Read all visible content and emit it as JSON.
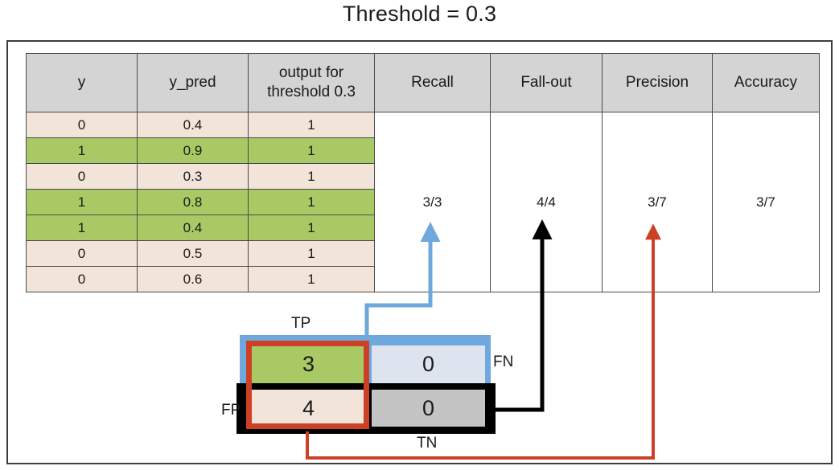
{
  "title": "Threshold = 0.3",
  "table": {
    "headers": [
      "y",
      "y_pred",
      "output for threshold 0.3",
      "Recall",
      "Fall-out",
      "Precision",
      "Accuracy"
    ],
    "header_output_line1": "output for",
    "header_output_line2": "threshold 0.3",
    "rows": [
      {
        "y": "0",
        "y_pred": "0.4",
        "output": "1",
        "highlight": "beige"
      },
      {
        "y": "1",
        "y_pred": "0.9",
        "output": "1",
        "highlight": "green"
      },
      {
        "y": "0",
        "y_pred": "0.3",
        "output": "1",
        "highlight": "beige"
      },
      {
        "y": "1",
        "y_pred": "0.8",
        "output": "1",
        "highlight": "green"
      },
      {
        "y": "1",
        "y_pred": "0.4",
        "output": "1",
        "highlight": "green"
      },
      {
        "y": "0",
        "y_pred": "0.5",
        "output": "1",
        "highlight": "beige"
      },
      {
        "y": "0",
        "y_pred": "0.6",
        "output": "1",
        "highlight": "beige"
      }
    ],
    "metrics": {
      "recall": "3/3",
      "fallout": "4/4",
      "precision": "3/7",
      "accuracy": "3/7"
    }
  },
  "confusion_matrix": {
    "tp": {
      "label": "TP",
      "value": "3"
    },
    "fn": {
      "label": "FN",
      "value": "0"
    },
    "fp": {
      "label": "FP",
      "value": "4"
    },
    "tn": {
      "label": "TN",
      "value": "0"
    }
  },
  "colors": {
    "green": "#a9c965",
    "beige": "#f2e4d8",
    "header_gray": "#d4d4d4",
    "light_blue": "#dde4f0",
    "gray": "#c4c4c4",
    "blue_border": "#6fa8dc",
    "red_border": "#cc4125",
    "black_border": "#000000"
  },
  "chart_data": {
    "type": "table",
    "title": "Threshold = 0.3",
    "categories": [
      "y",
      "y_pred",
      "output for threshold 0.3"
    ],
    "y": [
      0,
      1,
      0,
      1,
      1,
      0,
      0
    ],
    "y_pred": [
      0.4,
      0.9,
      0.3,
      0.8,
      0.4,
      0.5,
      0.6
    ],
    "output_threshold_0_3": [
      1,
      1,
      1,
      1,
      1,
      1,
      1
    ],
    "threshold": 0.3,
    "confusion": {
      "TP": 3,
      "FN": 0,
      "FP": 4,
      "TN": 0
    },
    "metrics": {
      "Recall": "3/3",
      "Fall-out": "4/4",
      "Precision": "3/7",
      "Accuracy": "3/7"
    }
  }
}
